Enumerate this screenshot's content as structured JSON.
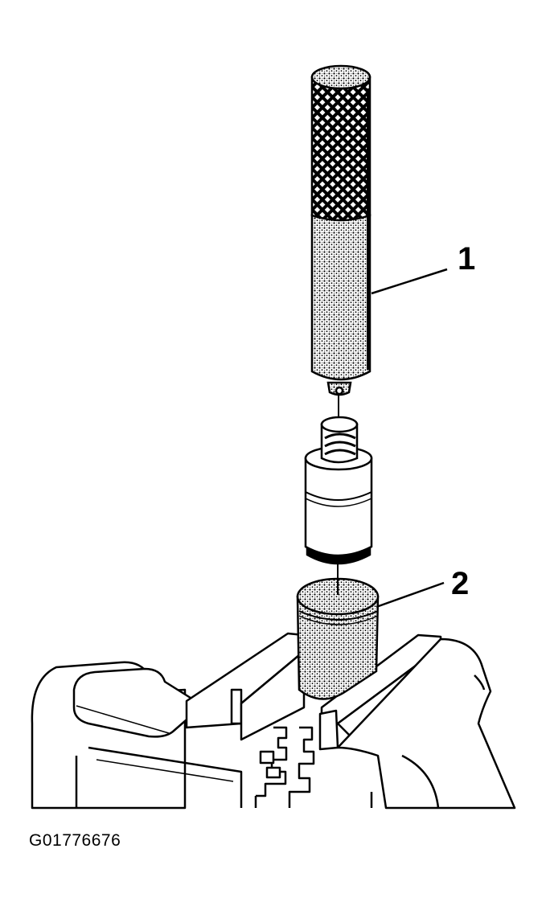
{
  "callouts": {
    "label_1": "1",
    "label_2": "2"
  },
  "figure_id": "G01776676",
  "colors": {
    "ink": "#000000",
    "paper": "#ffffff"
  }
}
